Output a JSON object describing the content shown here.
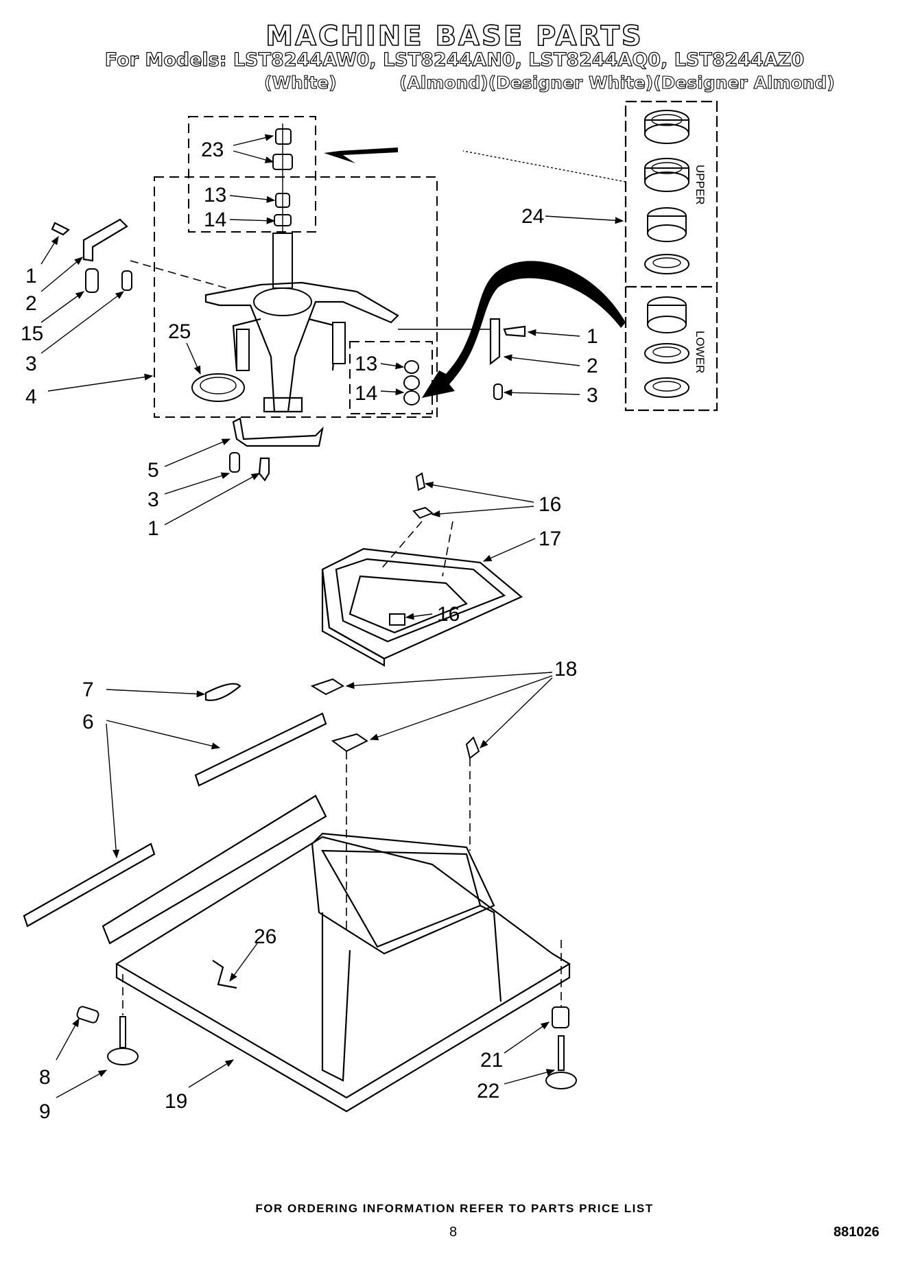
{
  "header": {
    "title": "MACHINE BASE PARTS",
    "models": "For Models: LST8244AW0, LST8244AN0, LST8244AQ0, LST8244AZ0",
    "color_white": "(White)",
    "color_others": "(Almond)(Designer White)(Designer Almond)"
  },
  "kit_labels": {
    "upper": "UPPER",
    "lower": "LOWER"
  },
  "callouts": {
    "c23": "23",
    "c13a": "13",
    "c14a": "14",
    "c24": "24",
    "c1a": "1",
    "c2a": "2",
    "c15": "15",
    "c3a": "3",
    "c4": "4",
    "c25": "25",
    "c13b": "13",
    "c14b": "14",
    "c1b": "1",
    "c2b": "2",
    "c3b": "3",
    "c5": "5",
    "c3c": "3",
    "c1c": "1",
    "c16a": "16",
    "c17": "17",
    "c16b": "16",
    "c18": "18",
    "c7": "7",
    "c6": "6",
    "c26": "26",
    "c8": "8",
    "c9": "9",
    "c19": "19",
    "c21": "21",
    "c22": "22"
  },
  "footer": {
    "ordering": "FOR ORDERING INFORMATION REFER TO PARTS PRICE LIST",
    "page": "8",
    "doc_number": "881026"
  }
}
